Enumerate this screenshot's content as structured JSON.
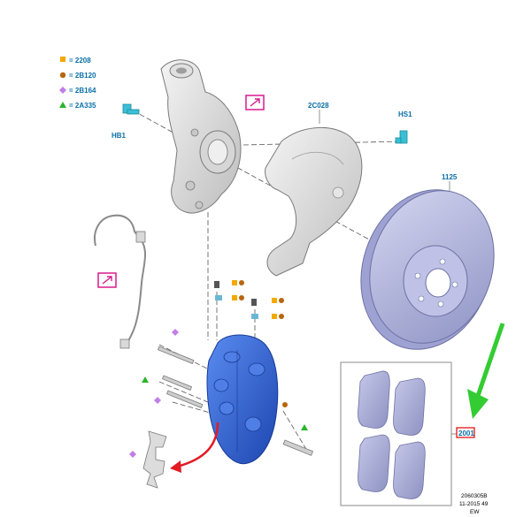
{
  "legend": [
    {
      "symbol": "square",
      "color": "#f2a900",
      "text": "= 2208"
    },
    {
      "symbol": "circle",
      "color": "#b8650e",
      "text": "= 2B120"
    },
    {
      "symbol": "diamond",
      "color": "#c27ee6",
      "text": "= 2B164"
    },
    {
      "symbol": "triangle",
      "color": "#2bb52b",
      "text": "= 2A335"
    }
  ],
  "parts": {
    "hub_bolt": "HB1",
    "dust_shield": "2C028",
    "shield_screw": "HS1",
    "brake_disc": "1125",
    "brake_pads": "2001"
  },
  "footer": {
    "line1": "2060305B",
    "line2": "11-2015 49",
    "line3": "EW"
  },
  "colors": {
    "label_blue": "#0a6fa8",
    "caliper_blue": "#2f62d8",
    "disc_lavender": "#b9bde6",
    "callout_magenta": "#d81b8c",
    "green_arrow": "#33cc33",
    "red_arrow": "#e31b23",
    "highlight_red": "#e60000"
  }
}
